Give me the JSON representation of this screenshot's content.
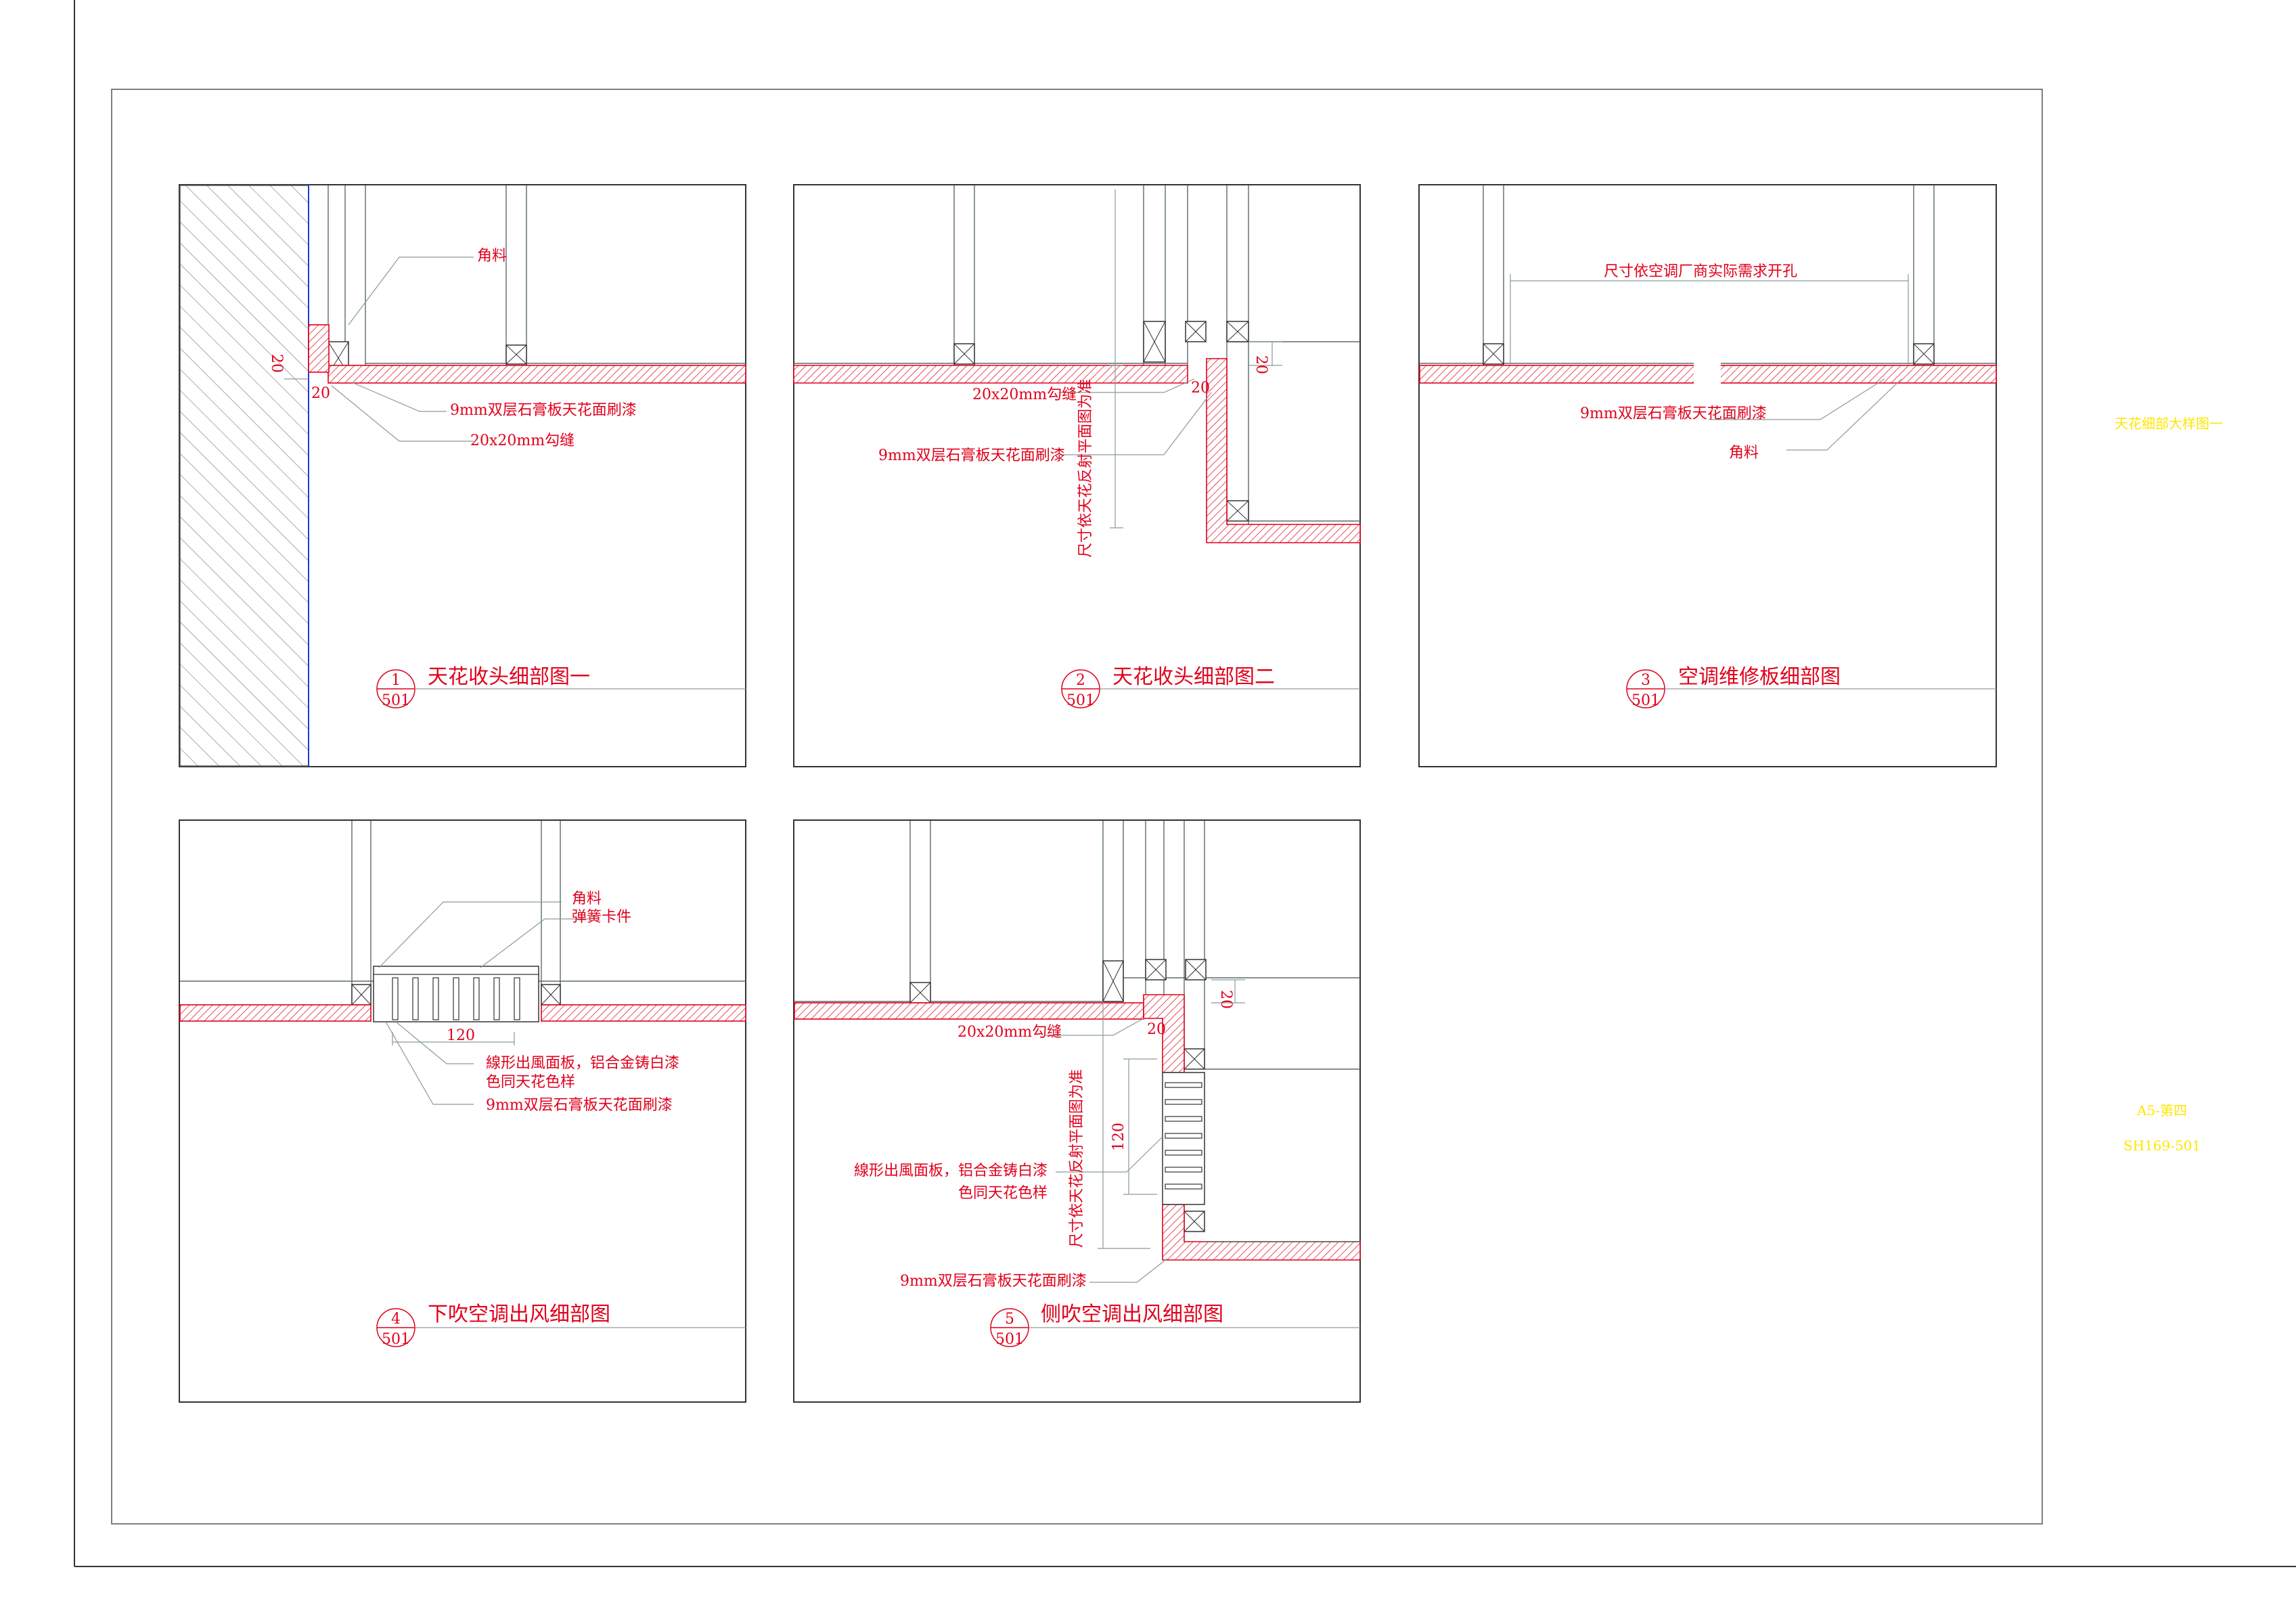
{
  "details": [
    {
      "number": "1",
      "sheet": "501",
      "title": "天花收头细部图一",
      "labels": {
        "corner": "角料",
        "board": "9mm双层石膏板天花面刷漆",
        "gap": "20x20mm勾缝",
        "dim_a": "20",
        "dim_b": "20"
      }
    },
    {
      "number": "2",
      "sheet": "501",
      "title": "天花收头细部图二",
      "labels": {
        "gap": "20x20mm勾缝",
        "board": "9mm双层石膏板天花面刷漆",
        "vertical": "尺寸依天花反射平面图为准",
        "dim_a": "20",
        "dim_b": "20"
      }
    },
    {
      "number": "3",
      "sheet": "501",
      "title": "空调维修板细部图",
      "labels": {
        "opening": "尺寸依空调厂商实际需求开孔",
        "board": "9mm双层石膏板天花面刷漆",
        "corner": "角料"
      }
    },
    {
      "number": "4",
      "sheet": "501",
      "title": "下吹空调出风细部图",
      "labels": {
        "corner": "角料",
        "clip": "弹簧卡件",
        "dim": "120",
        "grille": "線形出風面板，铝合金铸白漆",
        "grille2": "色同天花色样",
        "board": "9mm双层石膏板天花面刷漆"
      }
    },
    {
      "number": "5",
      "sheet": "501",
      "title": "侧吹空调出风细部图",
      "labels": {
        "gap": "20x20mm勾缝",
        "vertical": "尺寸依天花反射平面图为准",
        "dim_a": "20",
        "dim_b": "20",
        "dim_c": "120",
        "grille": "線形出風面板，铝合金铸白漆",
        "grille2": "色同天花色样",
        "board": "9mm双层石膏板天花面刷漆"
      }
    }
  ],
  "sidebar": {
    "drawing_title": "天花细部大样图一",
    "unit": "A5-第四",
    "drawing_no": "SH169-501"
  },
  "colors": {
    "annotation": "#e0001b",
    "sidebar_text": "#ffe600",
    "line": "#333333"
  }
}
